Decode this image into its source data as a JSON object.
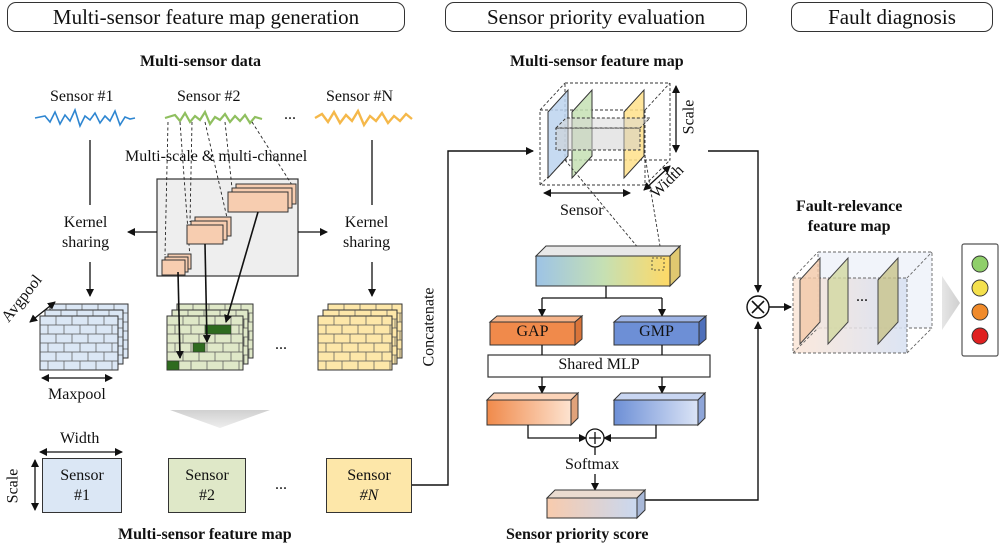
{
  "panels": {
    "generation": "Multi-sensor feature map generation",
    "priority": "Sensor priority evaluation",
    "diagnosis": "Fault diagnosis"
  },
  "generation": {
    "data_title": "Multi-sensor data",
    "sensors": [
      "Sensor #1",
      "Sensor #2",
      "Sensor #N"
    ],
    "ellipsis": "...",
    "multiscale_label": "Multi-scale & multi-channel",
    "kernel_sharing_left": [
      "Kernel",
      "sharing"
    ],
    "kernel_sharing_right": [
      "Kernel",
      "sharing"
    ],
    "avgpool": "Avgpool",
    "maxpool": "Maxpool",
    "width_label": "Width",
    "scale_label": "Scale",
    "feature_tiles": [
      {
        "line1": "Sensor",
        "line2": "#1",
        "color": "#dbe7f5"
      },
      {
        "line1": "Sensor",
        "line2": "#2",
        "color": "#dfe8c8"
      },
      {
        "line1": "Sensor",
        "line2": "#N",
        "color": "#fde7a9"
      }
    ],
    "bottom_title": "Multi-sensor feature map"
  },
  "priority": {
    "concatenate": "Concatenate",
    "map_title": "Multi-sensor feature map",
    "scale": "Scale",
    "width": "Width",
    "sensor": "Sensor",
    "gap": "GAP",
    "gmp": "GMP",
    "shared_mlp": "Shared MLP",
    "softmax": "Softmax",
    "score_title": "Sensor priority score"
  },
  "diagnosis": {
    "map_title": [
      "Fault-relevance",
      "feature map"
    ],
    "ellipsis": "...",
    "indicator_colors": [
      "#8fcf6a",
      "#f4e04d",
      "#f08a2a",
      "#e02020"
    ]
  },
  "colors": {
    "blue": "#9dc3e6",
    "green": "#a9d18e",
    "yellow": "#ffd966",
    "orange": "#f4b183",
    "gap": "#f08a4b",
    "gmp": "#6d8fd6"
  }
}
